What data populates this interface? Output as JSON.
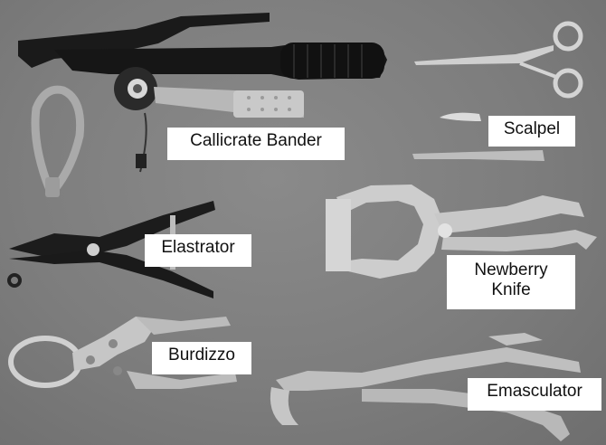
{
  "labels": {
    "callicrate_bander": "Callicrate Bander",
    "scalpel": "Scalpel",
    "elastrator": "Elastrator",
    "newberry_knife_line1": "Newberry",
    "newberry_knife_line2": "Knife",
    "burdizzo": "Burdizzo",
    "emasculator": "Emasculator"
  },
  "colors": {
    "background": "#7b7b7b",
    "label_background": "#ffffff",
    "label_text": "#111111"
  },
  "icons": [
    "callicrate-bander-tool",
    "rubber-band-loop",
    "hemostat-forceps",
    "scalpel-blade",
    "scalpel-handle",
    "elastrator-pliers",
    "rubber-ring",
    "newberry-knife-tool",
    "burdizzo-clamp",
    "emasculator-tool"
  ]
}
